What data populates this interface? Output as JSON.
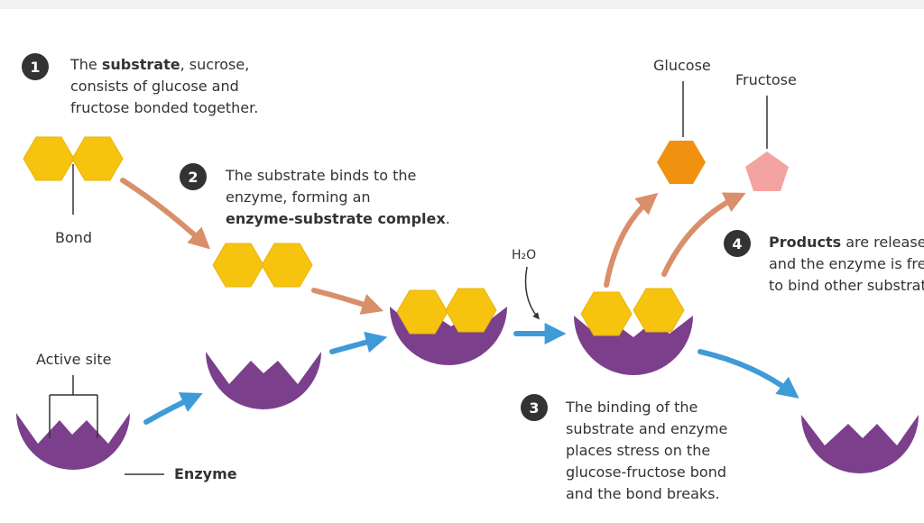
{
  "colors": {
    "enzyme": "#7b3f8c",
    "glucose": "#f6c30f",
    "glucose_product": "#f0920f",
    "fructose_product": "#f4a3a3",
    "arrow_orange": "#d98f6a",
    "arrow_blue": "#3f9ad8",
    "badge": "#333333"
  },
  "steps": [
    {
      "number": "1",
      "pre": "The ",
      "bold": "substrate",
      "post": ", sucrose,",
      "line2": "consists of glucose and",
      "line3": "fructose bonded together."
    },
    {
      "number": "2",
      "line1": "The substrate binds to the",
      "line2": "enzyme, forming an",
      "bold": "enzyme-substrate complex",
      "post": "."
    },
    {
      "number": "3",
      "line1": "The binding of the",
      "line2": "substrate and enzyme",
      "line3": "places stress on the",
      "line4": "glucose-fructose bond",
      "line5": "and the bond breaks."
    },
    {
      "number": "4",
      "bold": "Products",
      "post": " are released",
      "line2": "and the enzyme is free",
      "line3": "to bind other substrates."
    }
  ],
  "labels": {
    "bond": "Bond",
    "active_site": "Active site",
    "enzyme": "Enzyme",
    "water": "H₂O",
    "glucose": "Glucose",
    "fructose": "Fructose"
  }
}
